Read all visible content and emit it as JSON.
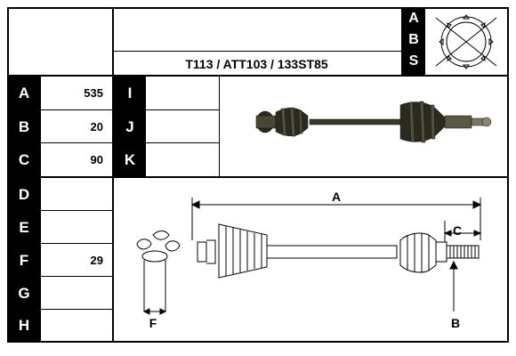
{
  "part_code": "T113 / ATT103 / 133ST85",
  "abs_letters": [
    "A",
    "B",
    "S"
  ],
  "rows_left": [
    {
      "label": "A",
      "value": "535"
    },
    {
      "label": "B",
      "value": "20"
    },
    {
      "label": "C",
      "value": "90"
    },
    {
      "label": "D",
      "value": ""
    },
    {
      "label": "E",
      "value": ""
    },
    {
      "label": "F",
      "value": "29"
    },
    {
      "label": "G",
      "value": ""
    },
    {
      "label": "H",
      "value": ""
    }
  ],
  "rows_mid": [
    {
      "label": "I",
      "value": ""
    },
    {
      "label": "J",
      "value": ""
    },
    {
      "label": "K",
      "value": ""
    }
  ],
  "diagram_labels": {
    "length": "A",
    "spline": "B",
    "spline_length": "C",
    "tripod": "F"
  },
  "colors": {
    "label_bg": "#000000",
    "line": "#000000",
    "photo_shaft": "#2b2a1e"
  }
}
